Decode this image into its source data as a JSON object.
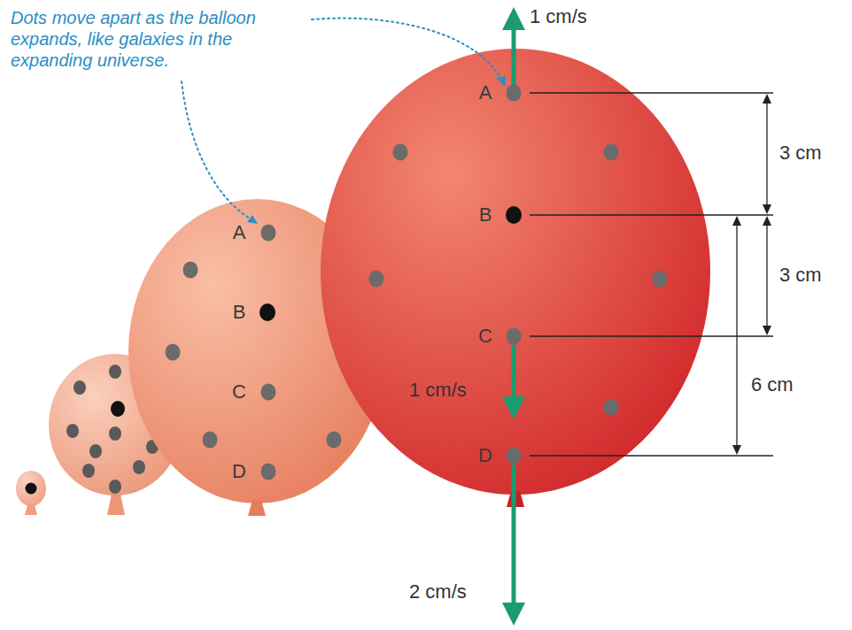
{
  "diagram": {
    "nodes": [
      {
        "text": [
          "A",
          "B",
          "C",
          "D"
        ]
      },
      {
        "text": [
          "A",
          "B",
          "C",
          "D"
        ]
      }
    ],
    "labels": [
      "Dots move apart as the balloon expands, like galaxies in the expanding universe.",
      "1 cm/s",
      "3 cm",
      "3 cm",
      "1 cm/s",
      "6 cm",
      "2 cm/s"
    ]
  }
}
